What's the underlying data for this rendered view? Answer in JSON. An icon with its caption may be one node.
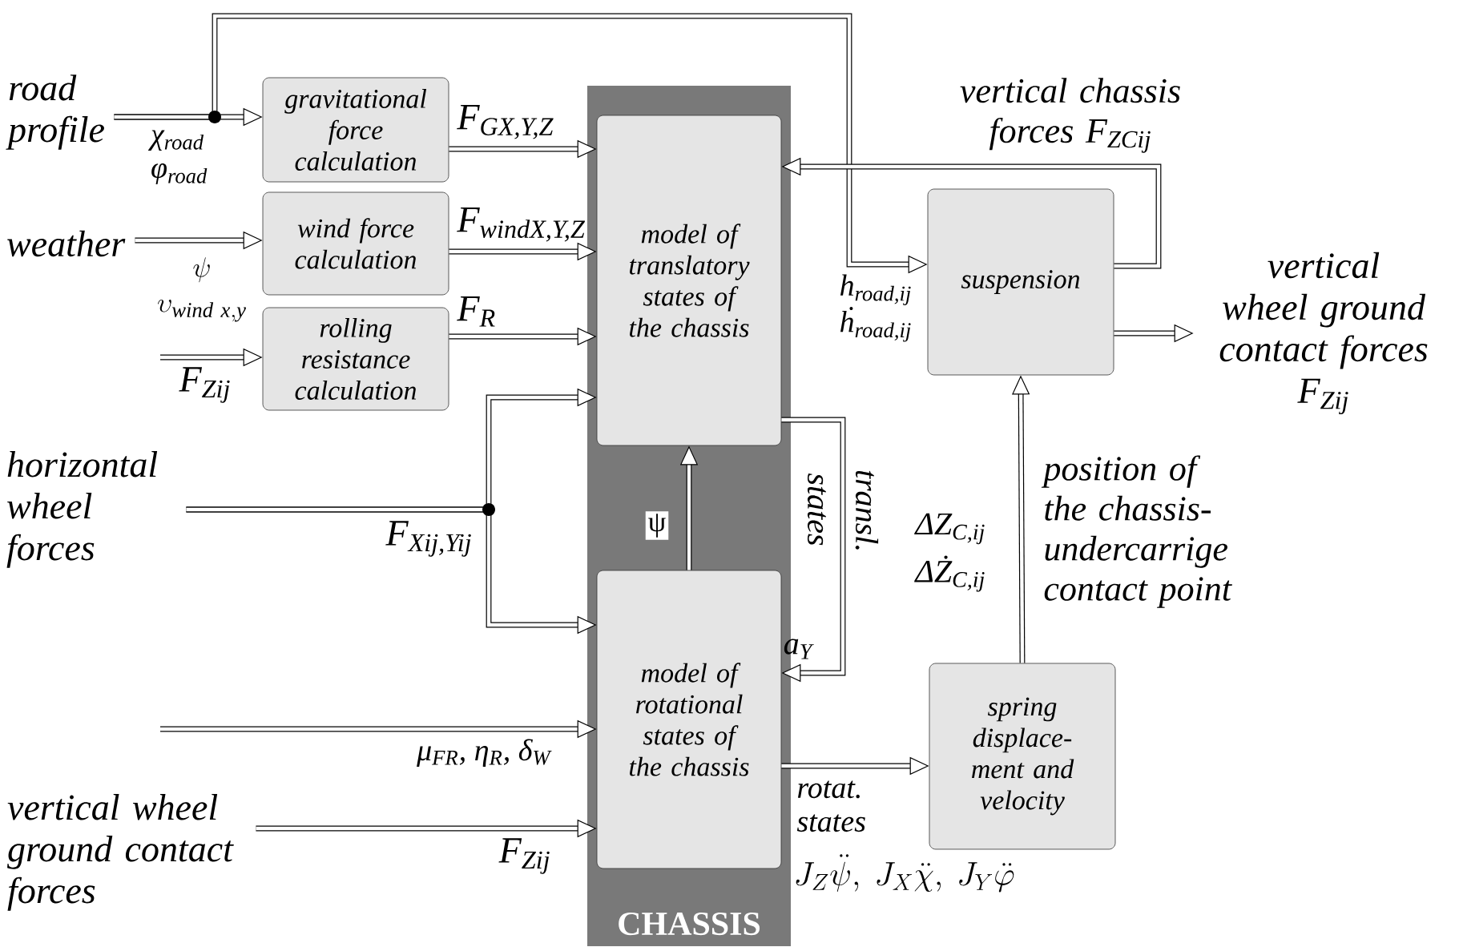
{
  "diagram": {
    "nodes": [
      {
        "text": [
          "CHASSIS"
        ]
      },
      {
        "text": [
          "gravitational force calculation"
        ]
      },
      {
        "text": [
          "wind force calculation"
        ]
      },
      {
        "text": [
          "rolling resistance calculation"
        ]
      },
      {
        "text": [
          "model of translatory states of the chassis"
        ],
        "in": 0
      },
      {
        "text": [
          "model of rotational states of the chassis"
        ],
        "in": 0
      },
      {
        "text": [
          "suspension"
        ]
      },
      {
        "text": [
          "spring displace- ment and velocity"
        ]
      },
      {
        "text": [
          "road profile"
        ]
      },
      {
        "text": [
          "weather"
        ]
      },
      {
        "text": [
          "horizontal wheel forces"
        ]
      },
      {
        "text": [
          "vertical wheel ground contact forces"
        ]
      },
      {
        "text": [
          "vertical wheel ground contact forces",
          "F$_{Zij}$"
        ]
      }
    ],
    "edges": [
      {
        "from": 8,
        "to": 1,
        "arrow": "to",
        "label": "χ$_{road}$ φ$_{road}$"
      },
      {
        "from": 8,
        "to": 6,
        "arrow": "to",
        "label": "h$_{road,ij}$ ḣ$_{road,ij}$"
      },
      {
        "from": 9,
        "to": 2,
        "arrow": "to",
        "label": "\\begin{array}{c}\\psi\\\\ \\upsilon_{\\mathit{wind\\ x,y}}\\end{array}"
      },
      {
        "from": null,
        "to": 3,
        "arrow": "to",
        "label": "F$_{Zij}$"
      },
      {
        "from": 1,
        "to": 4,
        "arrow": "to",
        "label": "F$_{GX,Y,Z}$"
      },
      {
        "from": 2,
        "to": 4,
        "arrow": "to",
        "label": "F$_{windX,Y,Z}$"
      },
      {
        "from": 3,
        "to": 4,
        "arrow": "to",
        "label": "F$_{R}$"
      },
      {
        "from": 10,
        "to": 4,
        "arrow": "to",
        "label": "F$_{Xij,Yij}$"
      },
      {
        "from": 10,
        "to": 5,
        "arrow": "to"
      },
      {
        "from": null,
        "to": 5,
        "arrow": "to",
        "label": "μ$_{FR}$, η$_{R}$, δ$_{W}$"
      },
      {
        "from": 11,
        "to": 5,
        "arrow": "to",
        "label": "F$_{Zij}$"
      },
      {
        "from": 5,
        "to": 4,
        "arrow": "to",
        "label": "ψ"
      },
      {
        "from": 4,
        "to": 5,
        "arrow": "to",
        "label": "transl. states"
      },
      {
        "from": 5,
        "to": 7,
        "arrow": "to",
        "label": "rotat. states"
      },
      {
        "from": 7,
        "to": 6,
        "arrow": "to",
        "label": "position of the chassis- undercarrige contact point"
      },
      {
        "from": 6,
        "to": 4,
        "arrow": "to",
        "label": "vertical chassis forces F$_{ZCij}$"
      },
      {
        "from": 6,
        "to": 12,
        "arrow": "to"
      }
    ],
    "labels": [
      "a$_{Y}$",
      "J_{Z}\\ddot{\\psi},\\ J_{X}\\ddot{\\chi},\\ J_{Y}\\ddot{\\varphi}",
      "ΔZ$_{C,ij}$",
      "ΔŻ$_{C,ij}$"
    ]
  }
}
